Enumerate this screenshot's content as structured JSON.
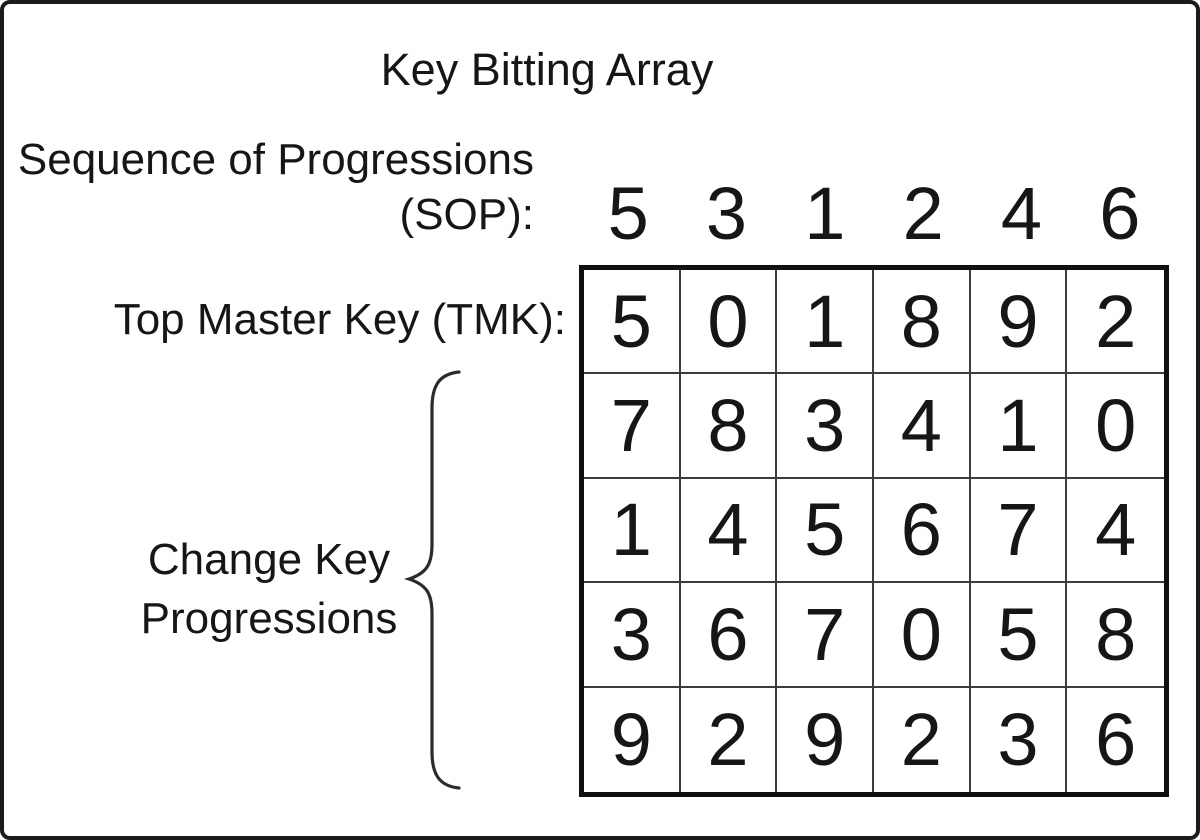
{
  "title": "Key Bitting Array",
  "sop": {
    "label_line1": "Sequence of Progressions",
    "label_line2": "(SOP):",
    "values": [
      "5",
      "3",
      "1",
      "2",
      "4",
      "6"
    ]
  },
  "tmk": {
    "label": "Top Master Key (TMK):"
  },
  "change_key": {
    "label_line1": "Change Key",
    "label_line2": "Progressions"
  },
  "grid": {
    "columns": 6,
    "rows": [
      [
        "5",
        "0",
        "1",
        "8",
        "9",
        "2"
      ],
      [
        "7",
        "8",
        "3",
        "4",
        "1",
        "0"
      ],
      [
        "1",
        "4",
        "5",
        "6",
        "7",
        "4"
      ],
      [
        "3",
        "6",
        "7",
        "0",
        "5",
        "8"
      ],
      [
        "9",
        "2",
        "9",
        "2",
        "3",
        "6"
      ]
    ]
  },
  "colors": {
    "text": "#161616",
    "grid_outer_border": "#101010",
    "grid_inner_line": "#3c3c3c",
    "frame_border": "#1b1b1b",
    "background": "#ffffff"
  }
}
